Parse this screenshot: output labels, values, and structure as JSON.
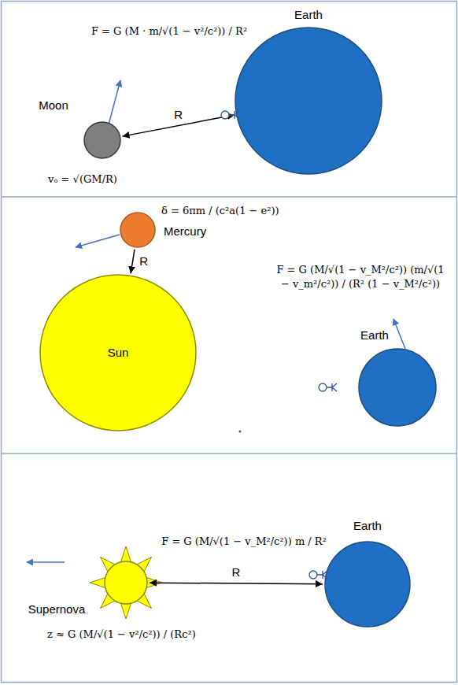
{
  "diagram": {
    "nodes": [
      {
        "text": [
          "Moon"
        ]
      },
      {
        "text": [
          "Earth"
        ]
      },
      {
        "text": [
          "Mercury"
        ]
      },
      {
        "text": [
          "Sun"
        ]
      },
      {
        "text": [
          "Earth"
        ]
      },
      {
        "text": [
          "Supernova"
        ]
      },
      {
        "text": [
          "Earth"
        ]
      }
    ],
    "edges": [
      {
        "from": 0,
        "to": 1,
        "arrow": "both",
        "label": "R"
      },
      {
        "from": 2,
        "to": 3,
        "arrow": "to",
        "label": "R"
      },
      {
        "from": 5,
        "to": 6,
        "arrow": "both",
        "label": "R"
      }
    ],
    "labels": [
      "F = G (M · m/√(1 − v²/c²)) / R²",
      "vₒ = √(GM/R)",
      "δ = 6πm / (c²a(1 − e²))",
      "F = G (M/√(1 − v_M²/c²)) (m/√(1 − v_m²/c²)) / (R² (1 − v_M²/c²))",
      "F = G (M/√(1 − v_M²/c²)) m / R²",
      "z ≈ G (M/√(1 − v²/c²)) / (Rc²)"
    ]
  }
}
